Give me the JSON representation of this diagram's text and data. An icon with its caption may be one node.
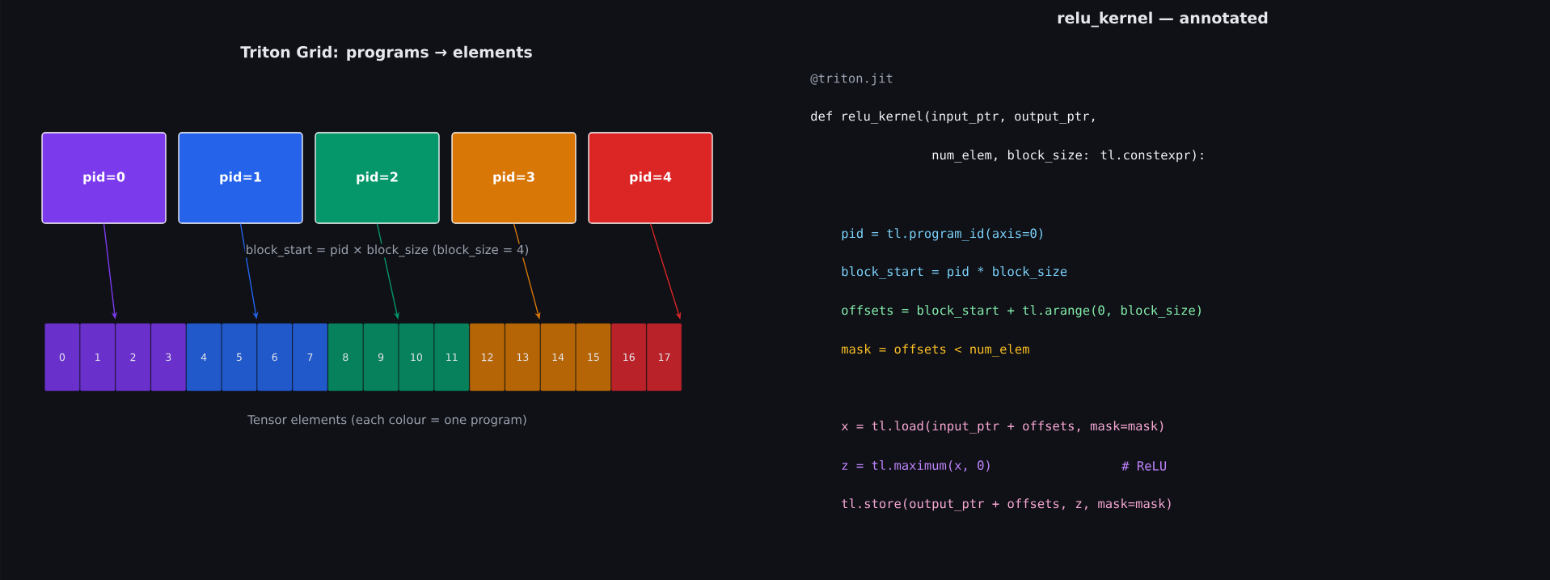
{
  "diagram": {
    "title": "Triton Grid: programs → elements",
    "nodes": [
      {
        "text": [
          "pid=0"
        ]
      },
      {
        "text": [
          "pid=1"
        ]
      },
      {
        "text": [
          "pid=2"
        ]
      },
      {
        "text": [
          "pid=3"
        ]
      },
      {
        "text": [
          "pid=4"
        ]
      },
      {
        "text": [
          "0"
        ]
      },
      {
        "text": [
          "1"
        ]
      },
      {
        "text": [
          "2"
        ]
      },
      {
        "text": [
          "3"
        ]
      },
      {
        "text": [
          "4"
        ]
      },
      {
        "text": [
          "5"
        ]
      },
      {
        "text": [
          "6"
        ]
      },
      {
        "text": [
          "7"
        ]
      },
      {
        "text": [
          "8"
        ]
      },
      {
        "text": [
          "9"
        ]
      },
      {
        "text": [
          "10"
        ]
      },
      {
        "text": [
          "11"
        ]
      },
      {
        "text": [
          "12"
        ]
      },
      {
        "text": [
          "13"
        ]
      },
      {
        "text": [
          "14"
        ]
      },
      {
        "text": [
          "15"
        ]
      },
      {
        "text": [
          "16"
        ]
      },
      {
        "text": [
          "17"
        ]
      }
    ],
    "edges": [
      {
        "from": 0,
        "to": 7,
        "arrow": "to",
        "color": "#7c3aed"
      },
      {
        "from": 1,
        "to": 11,
        "arrow": "to",
        "color": "#2563eb"
      },
      {
        "from": 2,
        "to": 15,
        "arrow": "to",
        "color": "#059669"
      },
      {
        "from": 3,
        "to": 19,
        "arrow": "to",
        "color": "#d97706"
      },
      {
        "from": 4,
        "to": 22,
        "arrow": "to",
        "color": "#dc2626"
      }
    ],
    "labels": [
      "block_start = pid × block_size (block_size = 4)",
      "Tensor elements (each colour = one program)",
      "relu_kernel — annotated",
      "@triton.jit",
      "def relu_kernel(input_ptr, output_ptr,",
      "num_elem, block_size: tl.constexpr):",
      "pid = tl.program_id(axis=0)",
      "block_start = pid * block_size",
      "offsets = block_start + tl.arange(0, block_size)",
      "mask = offsets < num_elem",
      "x = tl.load(input_ptr + offsets, mask=mask)",
      "z = tl.maximum(x, 0)",
      "# ReLU",
      "tl.store(output_ptr + offsets, z, mask=mask)"
    ]
  }
}
